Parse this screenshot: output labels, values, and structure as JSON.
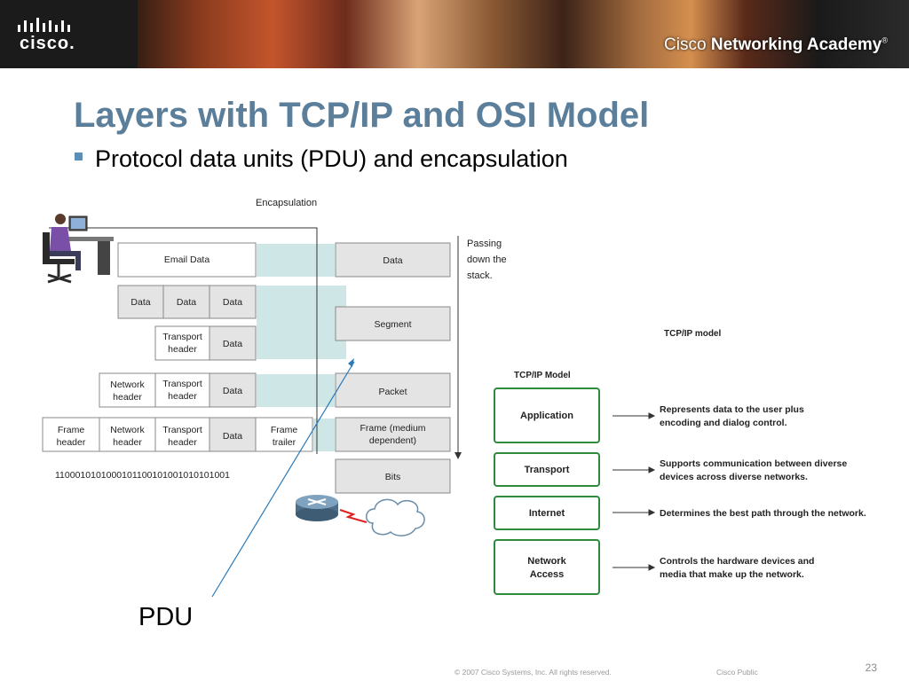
{
  "banner": {
    "logo_text": "cisco.",
    "academy_text_1": "Cisco ",
    "academy_text_2": "Networking Academy",
    "academy_mark": "®"
  },
  "slide": {
    "title": "Layers with TCP/IP and OSI Model",
    "bullet": "Protocol data units (PDU) and encapsulation"
  },
  "diagram": {
    "encapsulation_label": "Encapsulation",
    "passing_label_1": "Passing",
    "passing_label_2": "down the",
    "passing_label_3": "stack.",
    "rows": {
      "email_data": "Email Data",
      "data": "Data",
      "transport_header_1": "Transport",
      "transport_header_2": "header",
      "network_header_1": "Network",
      "network_header_2": "header",
      "frame_header_1": "Frame",
      "frame_header_2": "header",
      "frame_trailer_1": "Frame",
      "frame_trailer_2": "trailer"
    },
    "bits_string": "1100010101000101100101001010101001",
    "pdus": {
      "data": "Data",
      "segment": "Segment",
      "packet": "Packet",
      "frame_1": "Frame (medium",
      "frame_2": "dependent)",
      "bits": "Bits"
    },
    "tcpip_model_caption": "TCP/IP model",
    "tcpip_model_heading": "TCP/IP Model",
    "layers": [
      {
        "name_1": "Application",
        "name_2": "",
        "desc_1": "Represents data to the user plus",
        "desc_2": "encoding and dialog control."
      },
      {
        "name_1": "Transport",
        "name_2": "",
        "desc_1": "Supports communication between diverse",
        "desc_2": "devices across diverse networks."
      },
      {
        "name_1": "Internet",
        "name_2": "",
        "desc_1": "Determines the best path through the network.",
        "desc_2": ""
      },
      {
        "name_1": "Network",
        "name_2": "Access",
        "desc_1": "Controls the hardware devices and",
        "desc_2": "media that make up the network."
      }
    ],
    "pdu_label": "PDU"
  },
  "footer": {
    "copyright": "© 2007 Cisco Systems, Inc. All rights reserved.",
    "classification": "Cisco Public",
    "page_number": "23"
  },
  "colors": {
    "title": "#5b7f9a",
    "bullet": "#5b8fb6",
    "band": "#cfe6e6",
    "pdu_line": "#2a7ab8",
    "box_fill": "#e4e4e4",
    "layer_border": "#2f8a3e"
  }
}
